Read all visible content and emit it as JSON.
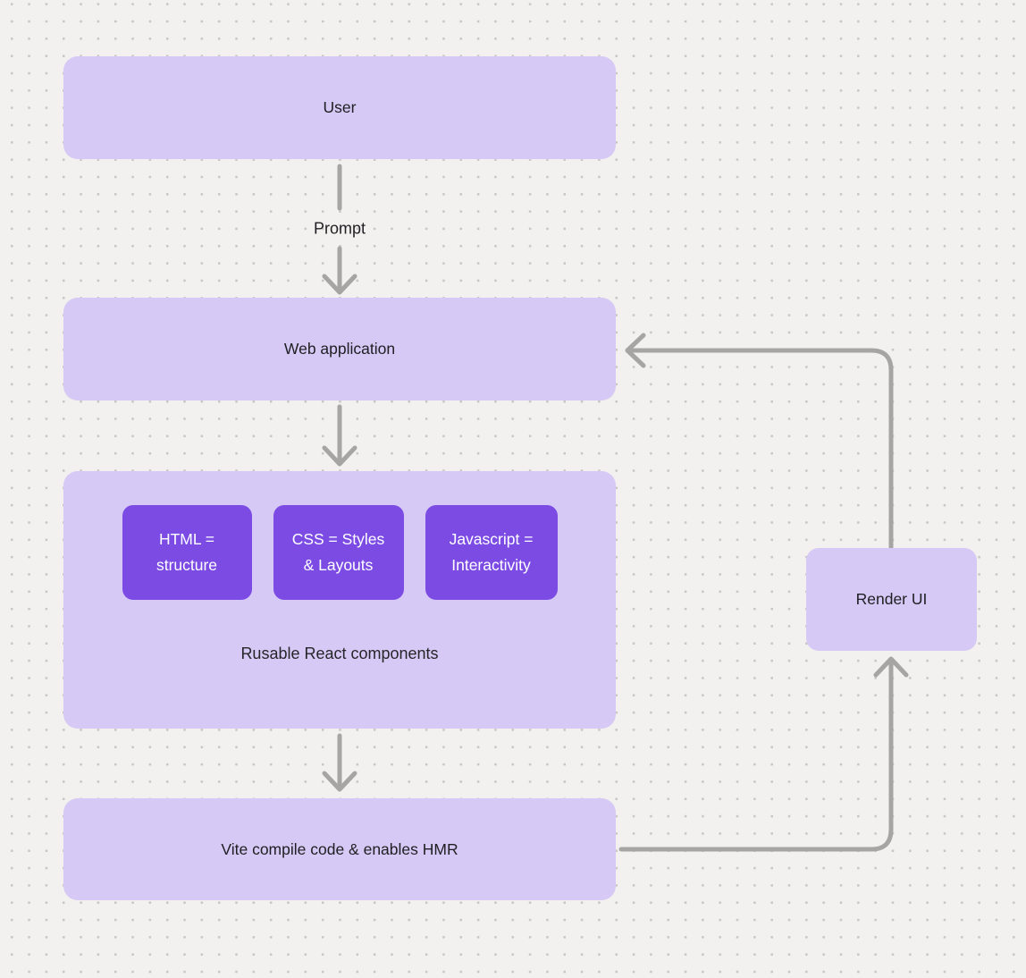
{
  "diagram": {
    "background": {
      "color": "#f2f1ef",
      "dot_color": "#c9c6c3"
    },
    "palette": {
      "node_fill": "#d7c9f5",
      "chip_fill": "#7c4be4",
      "chip_text": "#ffffff",
      "label_text": "#202024",
      "connector": "#a6a5a3"
    },
    "nodes": {
      "user": {
        "label": "User"
      },
      "web_application": {
        "label": "Web application"
      },
      "components": {
        "chips": [
          {
            "label": "HTML =\nstructure"
          },
          {
            "label": "CSS = Styles\n& Layouts"
          },
          {
            "label": "Javascript =\nInteractivity"
          }
        ],
        "caption": "Rusable React components"
      },
      "vite": {
        "label": "Vite compile code & enables HMR"
      },
      "render_ui": {
        "label": "Render UI"
      }
    },
    "edges": {
      "user_to_web": {
        "label": "Prompt"
      }
    }
  }
}
